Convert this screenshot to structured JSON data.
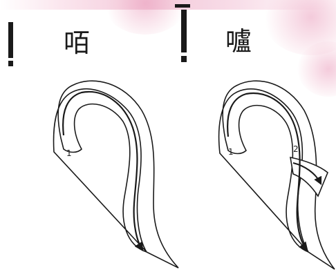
{
  "figures": [
    {
      "character": "咟",
      "stroke_labels": [
        "1"
      ]
    },
    {
      "character": "嚧",
      "stroke_labels": [
        "1",
        "2"
      ]
    }
  ],
  "colors": {
    "ink": "#1a1a1a",
    "background": "#ffffff",
    "accent_pink": "#f3c9da"
  }
}
